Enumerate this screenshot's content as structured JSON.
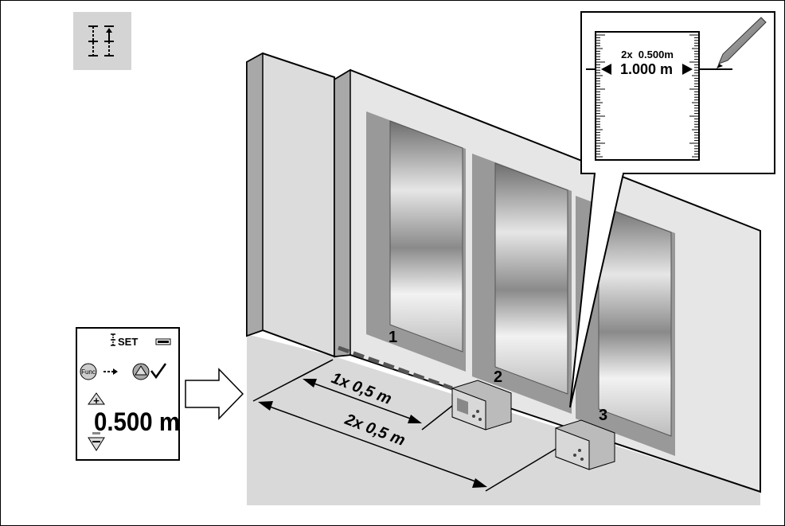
{
  "mode_icon": "wall-area-measurement-icon",
  "display": {
    "header": "SET",
    "func_label": "Func",
    "value": "0.500 m",
    "battery_icon": "battery-icon"
  },
  "callout": {
    "line1": "2x  0.500m",
    "line2": "1.000 m"
  },
  "positions": [
    "1",
    "2",
    "3"
  ],
  "dimensions": {
    "first": "1x 0,5 m",
    "second": "2x 0,5 m"
  }
}
